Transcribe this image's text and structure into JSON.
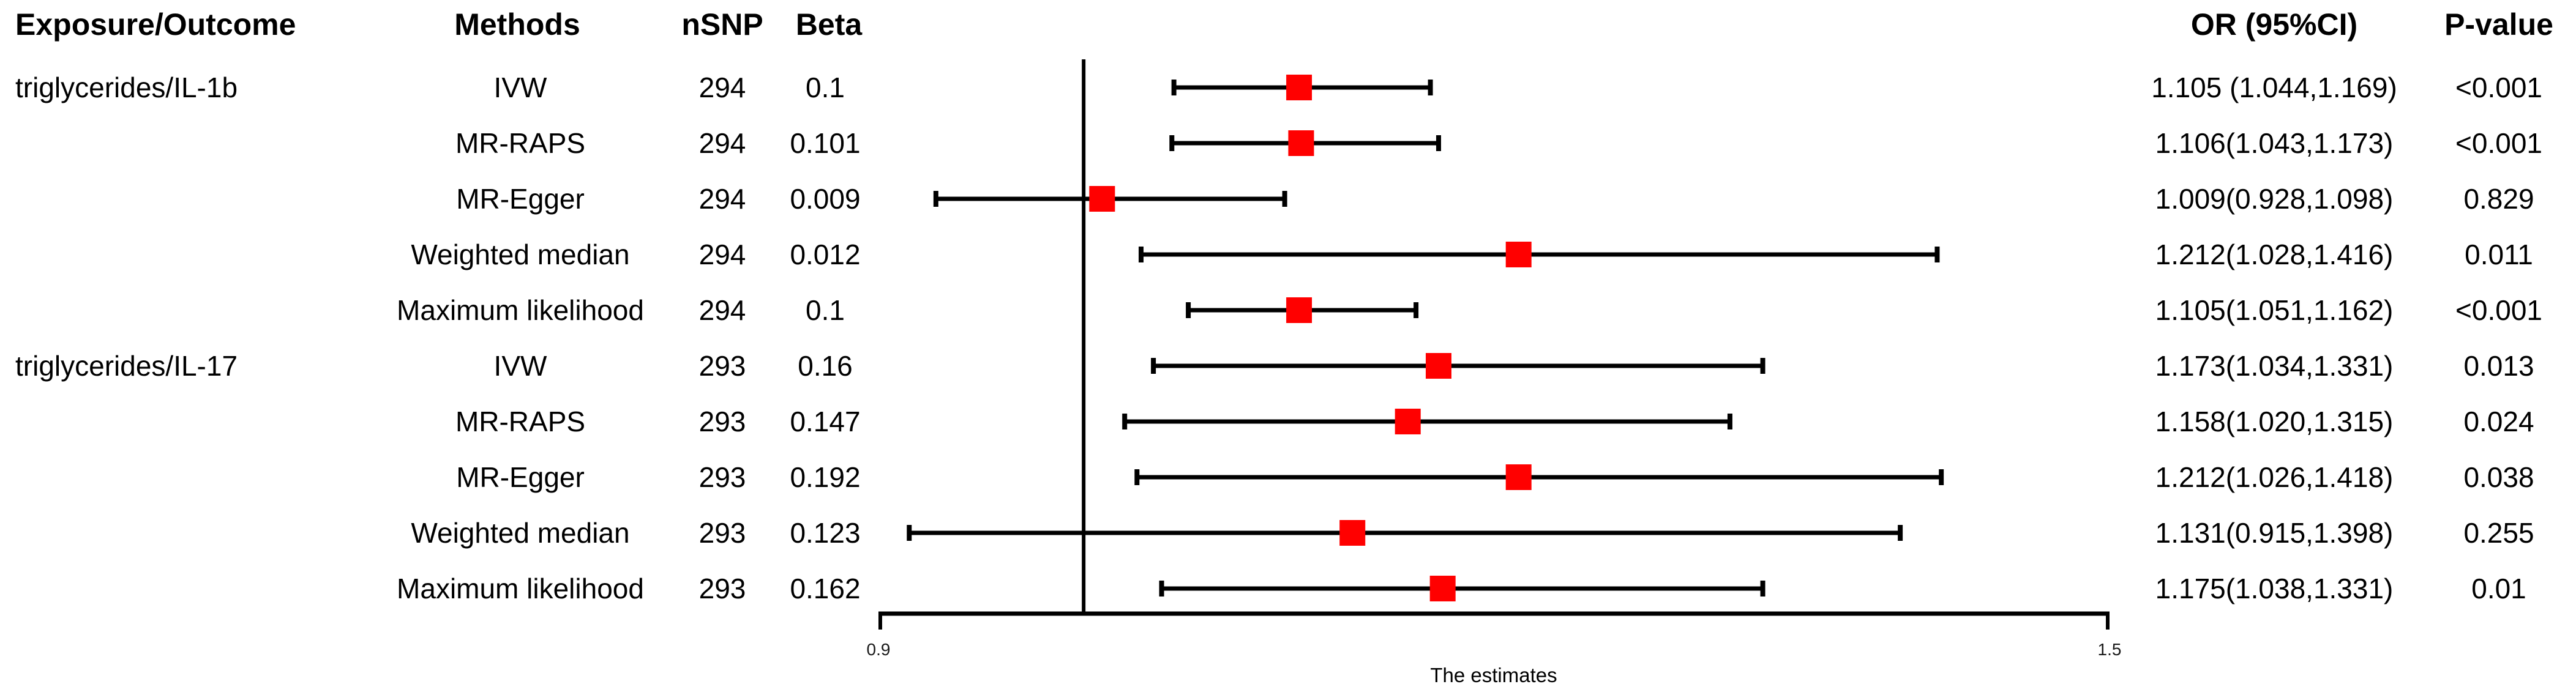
{
  "header": {
    "exposure_outcome": "Exposure/Outcome",
    "methods": "Methods",
    "nsnp": "nSNP",
    "beta": "Beta",
    "or_ci": "OR (95%CI)",
    "p_value": "P-value"
  },
  "rows": [
    {
      "exposure": "triglycerides/IL-1b",
      "method": "IVW",
      "nsnp": "294",
      "beta": "0.1",
      "or": 1.105,
      "ci_low": 1.044,
      "ci_high": 1.169,
      "or_ci_text": "1.105 (1.044,1.169)",
      "p": "<0.001"
    },
    {
      "exposure": "",
      "method": "MR-RAPS",
      "nsnp": "294",
      "beta": "0.101",
      "or": 1.106,
      "ci_low": 1.043,
      "ci_high": 1.173,
      "or_ci_text": "1.106(1.043,1.173)",
      "p": "<0.001"
    },
    {
      "exposure": "",
      "method": "MR-Egger",
      "nsnp": "294",
      "beta": "0.009",
      "or": 1.009,
      "ci_low": 0.928,
      "ci_high": 1.098,
      "or_ci_text": "1.009(0.928,1.098)",
      "p": "0.829"
    },
    {
      "exposure": "",
      "method": "Weighted median",
      "nsnp": "294",
      "beta": "0.012",
      "or": 1.212,
      "ci_low": 1.028,
      "ci_high": 1.416,
      "or_ci_text": "1.212(1.028,1.416)",
      "p": "0.011"
    },
    {
      "exposure": "",
      "method": "Maximum likelihood",
      "nsnp": "294",
      "beta": "0.1",
      "or": 1.105,
      "ci_low": 1.051,
      "ci_high": 1.162,
      "or_ci_text": "1.105(1.051,1.162)",
      "p": "<0.001"
    },
    {
      "exposure": "triglycerides/IL-17",
      "method": "IVW",
      "nsnp": "293",
      "beta": "0.16",
      "or": 1.173,
      "ci_low": 1.034,
      "ci_high": 1.331,
      "or_ci_text": "1.173(1.034,1.331)",
      "p": "0.013"
    },
    {
      "exposure": "",
      "method": "MR-RAPS",
      "nsnp": "293",
      "beta": "0.147",
      "or": 1.158,
      "ci_low": 1.02,
      "ci_high": 1.315,
      "or_ci_text": "1.158(1.020,1.315)",
      "p": "0.024"
    },
    {
      "exposure": "",
      "method": "MR-Egger",
      "nsnp": "293",
      "beta": "0.192",
      "or": 1.212,
      "ci_low": 1.026,
      "ci_high": 1.418,
      "or_ci_text": "1.212(1.026,1.418)",
      "p": "0.038"
    },
    {
      "exposure": "",
      "method": "Weighted median",
      "nsnp": "293",
      "beta": "0.123",
      "or": 1.131,
      "ci_low": 0.915,
      "ci_high": 1.398,
      "or_ci_text": "1.131(0.915,1.398)",
      "p": "0.255"
    },
    {
      "exposure": "",
      "method": "Maximum likelihood",
      "nsnp": "293",
      "beta": "0.162",
      "or": 1.175,
      "ci_low": 1.038,
      "ci_high": 1.331,
      "or_ci_text": "1.175(1.038,1.331)",
      "p": "0.01"
    }
  ],
  "axis": {
    "min": 0.9,
    "max": 1.5,
    "tick_labels": [
      "0.9",
      "1.5"
    ],
    "reference_line": 1.0,
    "title": "The estimates"
  },
  "colors": {
    "marker": "#ff0000",
    "line": "#000000"
  },
  "chart_data": {
    "type": "scatter",
    "subtype": "forest-plot",
    "title": "",
    "xlabel": "The estimates",
    "xlim": [
      0.9,
      1.5
    ],
    "x_ticks": [
      0.9,
      1.5
    ],
    "reference_line_x": 1.0,
    "legend": "none",
    "grid": false,
    "points": [
      {
        "exposure_outcome": "triglycerides/IL-1b",
        "method": "IVW",
        "nsnp": 294,
        "beta": 0.1,
        "or": 1.105,
        "ci95": [
          1.044,
          1.169
        ],
        "p_value": "<0.001"
      },
      {
        "exposure_outcome": "triglycerides/IL-1b",
        "method": "MR-RAPS",
        "nsnp": 294,
        "beta": 0.101,
        "or": 1.106,
        "ci95": [
          1.043,
          1.173
        ],
        "p_value": "<0.001"
      },
      {
        "exposure_outcome": "triglycerides/IL-1b",
        "method": "MR-Egger",
        "nsnp": 294,
        "beta": 0.009,
        "or": 1.009,
        "ci95": [
          0.928,
          1.098
        ],
        "p_value": "0.829"
      },
      {
        "exposure_outcome": "triglycerides/IL-1b",
        "method": "Weighted median",
        "nsnp": 294,
        "beta": 0.012,
        "or": 1.212,
        "ci95": [
          1.028,
          1.416
        ],
        "p_value": "0.011"
      },
      {
        "exposure_outcome": "triglycerides/IL-1b",
        "method": "Maximum likelihood",
        "nsnp": 294,
        "beta": 0.1,
        "or": 1.105,
        "ci95": [
          1.051,
          1.162
        ],
        "p_value": "<0.001"
      },
      {
        "exposure_outcome": "triglycerides/IL-17",
        "method": "IVW",
        "nsnp": 293,
        "beta": 0.16,
        "or": 1.173,
        "ci95": [
          1.034,
          1.331
        ],
        "p_value": "0.013"
      },
      {
        "exposure_outcome": "triglycerides/IL-17",
        "method": "MR-RAPS",
        "nsnp": 293,
        "beta": 0.147,
        "or": 1.158,
        "ci95": [
          1.02,
          1.315
        ],
        "p_value": "0.024"
      },
      {
        "exposure_outcome": "triglycerides/IL-17",
        "method": "MR-Egger",
        "nsnp": 293,
        "beta": 0.192,
        "or": 1.212,
        "ci95": [
          1.026,
          1.418
        ],
        "p_value": "0.038"
      },
      {
        "exposure_outcome": "triglycerides/IL-17",
        "method": "Weighted median",
        "nsnp": 293,
        "beta": 0.123,
        "or": 1.131,
        "ci95": [
          0.915,
          1.398
        ],
        "p_value": "0.255"
      },
      {
        "exposure_outcome": "triglycerides/IL-17",
        "method": "Maximum likelihood",
        "nsnp": 293,
        "beta": 0.162,
        "or": 1.175,
        "ci95": [
          1.038,
          1.331
        ],
        "p_value": "0.01"
      }
    ]
  }
}
